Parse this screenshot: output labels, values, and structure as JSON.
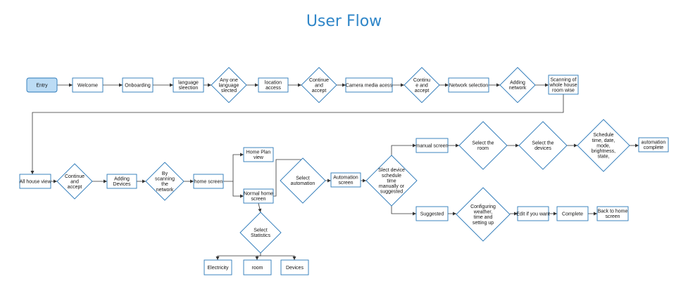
{
  "title": "User Flow",
  "nodes": {
    "entry": "Entry",
    "welcome": "Welcome",
    "onboarding": "Onboarding",
    "language_selection": "language\nsleection",
    "any_one_language": "Any one\nlanguage\nslected",
    "location_access": "location\naccess",
    "continue_accept_1": "Continue\nand\naccept",
    "camera_media_access": "Camera media acess",
    "continue_accept_2": "Continu\ne and\naccept",
    "network_selection": "Network selection",
    "adding_network": "Adding\nnetwork",
    "scanning_house": "Scanning of\nwhole house\nroom wise",
    "all_house_view": "All house view",
    "continue_accept_3": "Continue\nand\naccept",
    "adding_devices": "Adding\nDevices",
    "by_scanning_network": "By\nscanning\nthe\nnetwork",
    "home_screen": "home screen",
    "home_plan_view": "Home Plan\nview",
    "normal_home_screen": "Normal home\nscreen",
    "select_statistics": "Select\nStatistics",
    "electricity": "Electricity",
    "room": "room",
    "devices": "Devices",
    "select_automation": "Select\nautomation",
    "automation_screen": "Automation\nscreen",
    "select_device_schedule": "Slect device\nschedule\ntime\nmanually or\nsuggested",
    "manual_screen": "manual screen",
    "select_the_room": "Select the\nroom",
    "select_the_devices": "Select the\ndevices",
    "schedule_details": "Schedule\ntime, date,\nmode,\nbrightness,\nstate,",
    "automation_complete": "automation\ncomplete",
    "suggested": "Suggested",
    "configuring_weather": "Configuring\nweather,\ntime and\nsetting up",
    "edit_if_you_want": "Edit if you want",
    "complete": "Complete",
    "back_to_home": "Back to home\nscreen"
  },
  "colors": {
    "title": "#2f86c8",
    "stroke": "#2a78b8",
    "entry_fill": "#bcdcf5",
    "node_fill": "#ffffff",
    "connector": "#333333"
  }
}
